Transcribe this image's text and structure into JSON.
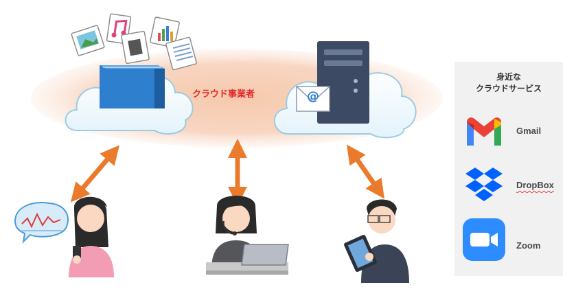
{
  "cloud_provider_label": "クラウド事業者",
  "services_panel": {
    "title_line1": "身近な",
    "title_line2": "クラウドサービス",
    "services": [
      {
        "name": "Gmail",
        "icon": "gmail-icon",
        "color": "#ea4335"
      },
      {
        "name": "DropBox",
        "icon": "dropbox-icon",
        "color": "#0061fe"
      },
      {
        "name": "Zoom",
        "icon": "zoom-icon",
        "color": "#2d8cff"
      }
    ]
  },
  "colors": {
    "cloud_band": "#f6cdb5",
    "arrow": "#ea7b2c",
    "label_red": "#e02a2a",
    "panel_bg": "#f1f1f1"
  },
  "figures": [
    {
      "name": "smartphone-user",
      "icon": "person-with-phone-icon"
    },
    {
      "name": "laptop-user",
      "icon": "person-with-laptop-icon"
    },
    {
      "name": "tablet-user",
      "icon": "person-with-tablet-icon"
    }
  ]
}
